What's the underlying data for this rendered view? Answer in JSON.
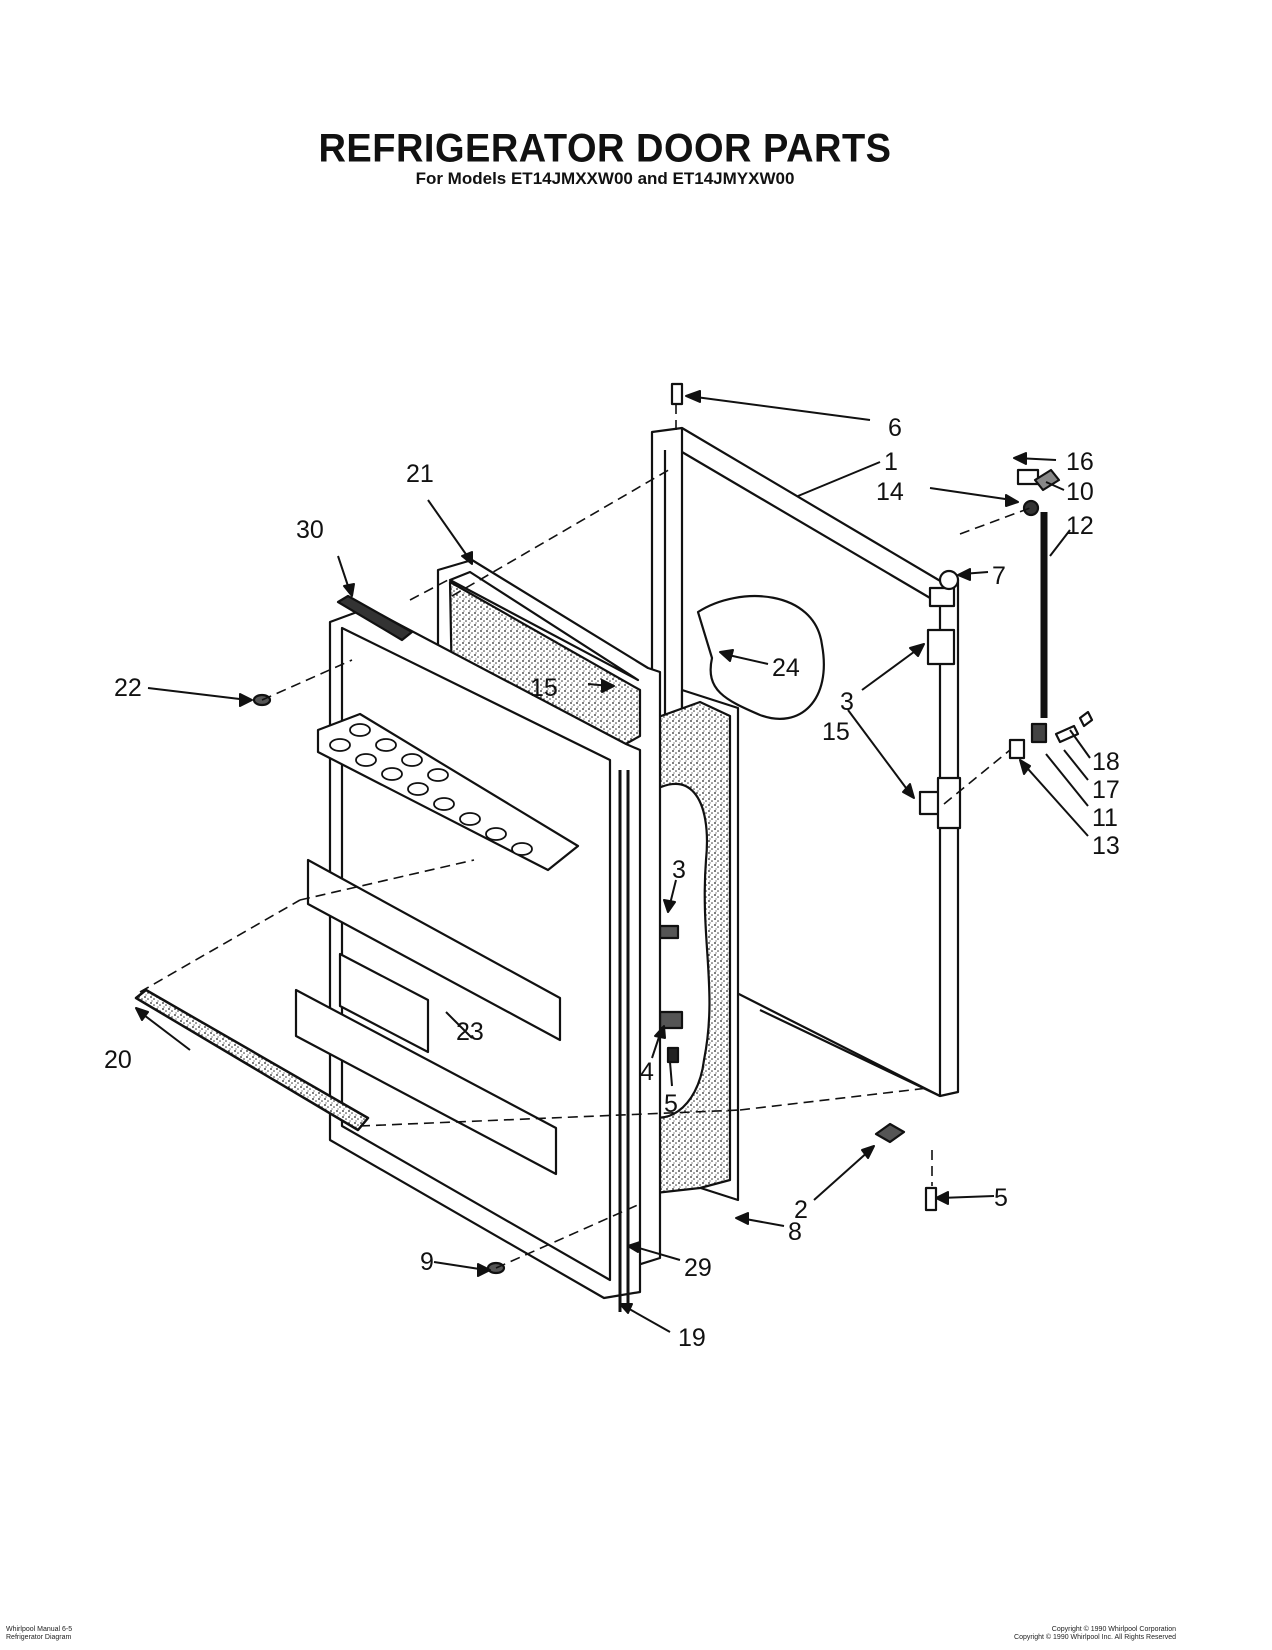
{
  "header": {
    "title": "REFRIGERATOR DOOR PARTS",
    "subtitle": "For Models ET14JMXXW00 and ET14JMYXW00"
  },
  "callouts": {
    "c1": "1",
    "c2": "2",
    "c3a": "3",
    "c3b": "3",
    "c4": "4",
    "c5a": "5",
    "c5b": "5",
    "c6": "6",
    "c7": "7",
    "c8": "8",
    "c9": "9",
    "c10": "10",
    "c11": "11",
    "c12": "12",
    "c13": "13",
    "c14": "14",
    "c15a": "15",
    "c15b": "15",
    "c16": "16",
    "c17": "17",
    "c18": "18",
    "c19": "19",
    "c20": "20",
    "c21": "21",
    "c22": "22",
    "c23": "23",
    "c24": "24",
    "c29": "29",
    "c30": "30"
  },
  "footer": {
    "left_line1": "Whirlpool Manual 6-5",
    "left_line2": "Refrigerator Diagram",
    "right_line1": "Copyright © 1990 Whirlpool Corporation",
    "right_line2": "Copyright © 1990 Whirlpool Inc. All Rights Reserved"
  },
  "colors": {
    "ink": "#111111",
    "foam": "#bdbdbd",
    "paper": "#ffffff"
  }
}
